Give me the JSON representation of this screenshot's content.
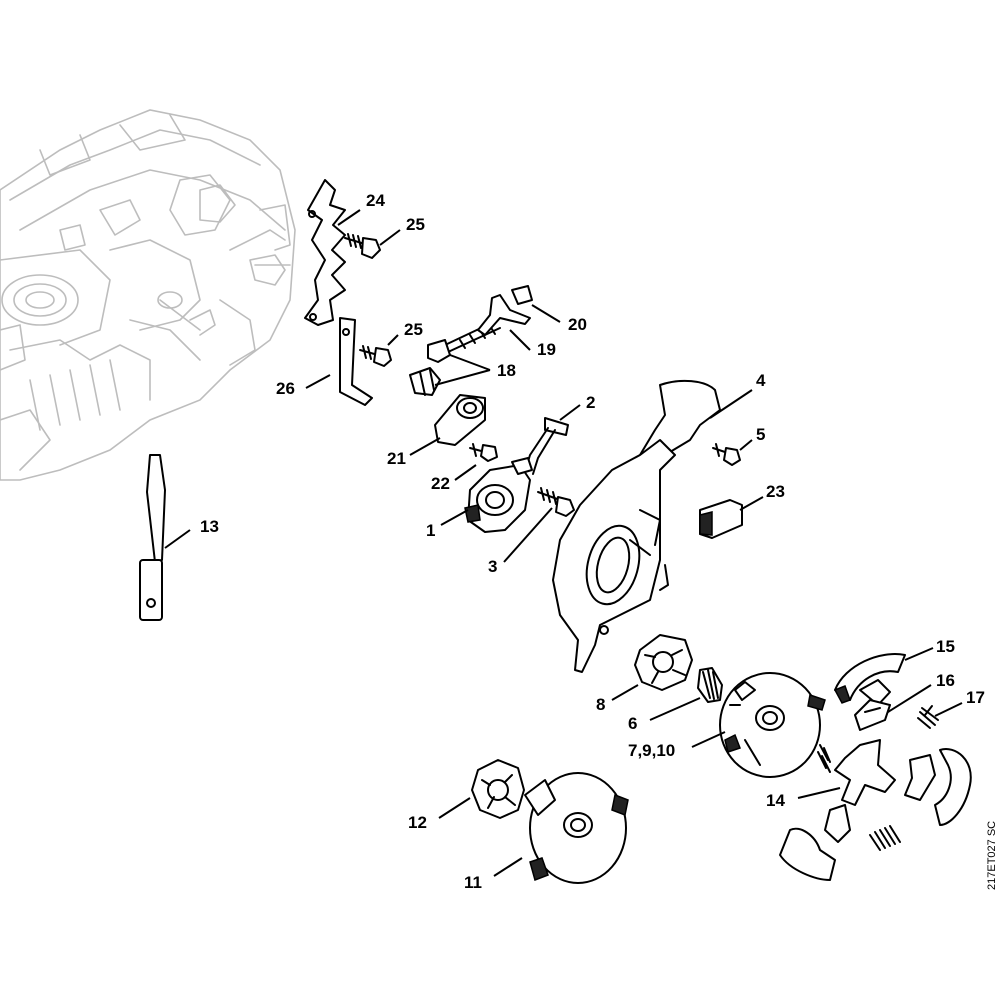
{
  "diagram": {
    "drawing_code": "217ET027 SC",
    "callouts": [
      {
        "id": "1",
        "text": "1"
      },
      {
        "id": "2",
        "text": "2"
      },
      {
        "id": "3",
        "text": "3"
      },
      {
        "id": "4",
        "text": "4"
      },
      {
        "id": "5",
        "text": "5"
      },
      {
        "id": "6",
        "text": "6"
      },
      {
        "id": "7910",
        "text": "7,9,10"
      },
      {
        "id": "8",
        "text": "8"
      },
      {
        "id": "11",
        "text": "11"
      },
      {
        "id": "12",
        "text": "12"
      },
      {
        "id": "13",
        "text": "13"
      },
      {
        "id": "14",
        "text": "14"
      },
      {
        "id": "15",
        "text": "15"
      },
      {
        "id": "16",
        "text": "16"
      },
      {
        "id": "17",
        "text": "17"
      },
      {
        "id": "18",
        "text": "18"
      },
      {
        "id": "19",
        "text": "19"
      },
      {
        "id": "20",
        "text": "20"
      },
      {
        "id": "21",
        "text": "21"
      },
      {
        "id": "22",
        "text": "22"
      },
      {
        "id": "23",
        "text": "23"
      },
      {
        "id": "24",
        "text": "24"
      },
      {
        "id": "25a",
        "text": "25"
      },
      {
        "id": "25b",
        "text": "25"
      },
      {
        "id": "26",
        "text": "26"
      }
    ]
  }
}
